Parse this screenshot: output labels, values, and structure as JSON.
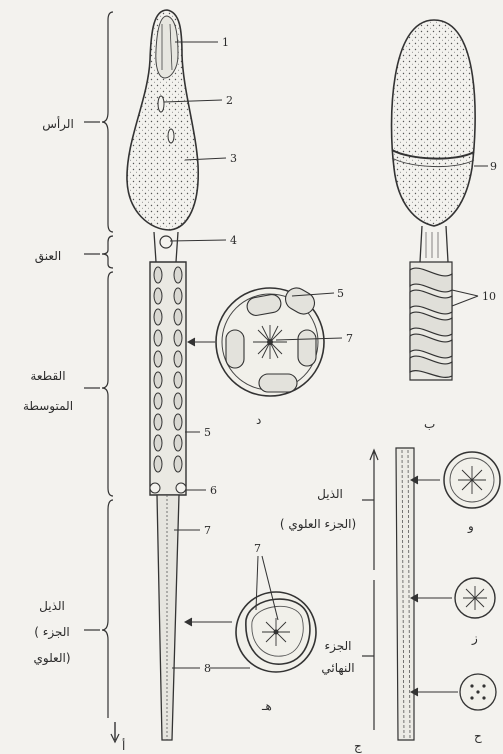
{
  "labels": {
    "head": "الرأس",
    "neck": "العنق",
    "middle_1": "القطعة",
    "middle_2": "المتوسطة",
    "tail_1": "الذيل",
    "tail_2": "( الجزء",
    "tail_3": "العلوي)",
    "tail_main": "الذيل",
    "tail_main_sub": "( الجزء العلوي)",
    "end_part_1": "الجزء",
    "end_part_2": "النهائي"
  },
  "numbers": [
    "1",
    "2",
    "3",
    "4",
    "5",
    "6",
    "7",
    "8",
    "9",
    "10"
  ],
  "panel_letters": {
    "a": "أ",
    "b": "ب",
    "c": "ج",
    "d": "د",
    "h": "هـ",
    "w": "و",
    "z": "ز",
    "h2": "ح"
  }
}
